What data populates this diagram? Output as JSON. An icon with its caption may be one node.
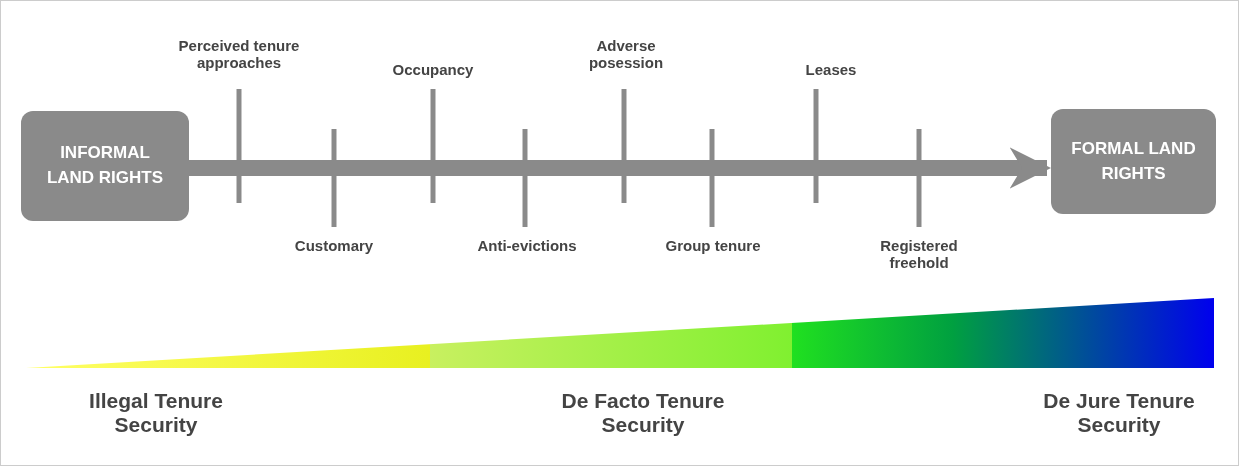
{
  "diagram": {
    "nodes": [
      {
        "text": [
          "INFORMAL LAND RIGHTS"
        ]
      },
      {
        "text": [
          "FORMAL LAND RIGHTS"
        ]
      }
    ],
    "edges": [
      {
        "from": 0,
        "to": 1,
        "arrow": "to"
      }
    ],
    "labels": [
      "Perceived tenure approaches",
      "Occupancy",
      "Adverse posession",
      "Leases",
      "Customary",
      "Anti-evictions",
      "Group tenure",
      "Registered freehold",
      "Illegal Tenure Security",
      "De Facto Tenure Security",
      "De Jure Tenure Security"
    ]
  }
}
